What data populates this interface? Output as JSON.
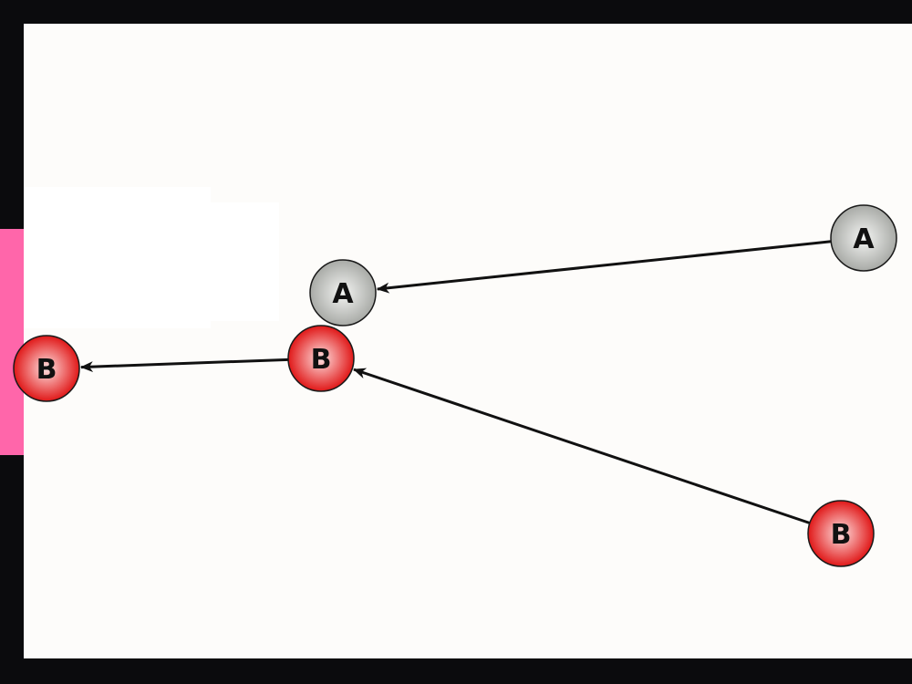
{
  "colors": {
    "frame": "#0b0b0d",
    "table": "#fdfcfa",
    "panel": "#ffffff",
    "goal": "#ff66aa",
    "arrow": "#111111",
    "ball_a_light": "#f4f5f3",
    "ball_a_dark": "#a8aaa6",
    "ball_b_light": "#ffe0e0",
    "ball_b_dark": "#e01818",
    "ball_outline": "#1a1a1a",
    "label": "#111111"
  },
  "balls": [
    {
      "id": "a-start",
      "label": "A",
      "kind": "a"
    },
    {
      "id": "a-end",
      "label": "A",
      "kind": "a"
    },
    {
      "id": "b-start",
      "label": "B",
      "kind": "b"
    },
    {
      "id": "b-mid",
      "label": "B",
      "kind": "b"
    },
    {
      "id": "b-end",
      "label": "B",
      "kind": "b"
    }
  ],
  "moves": [
    {
      "from": "a-start",
      "to": "a-end"
    },
    {
      "from": "b-start",
      "to": "b-mid"
    },
    {
      "from": "b-mid",
      "to": "b-end"
    }
  ]
}
